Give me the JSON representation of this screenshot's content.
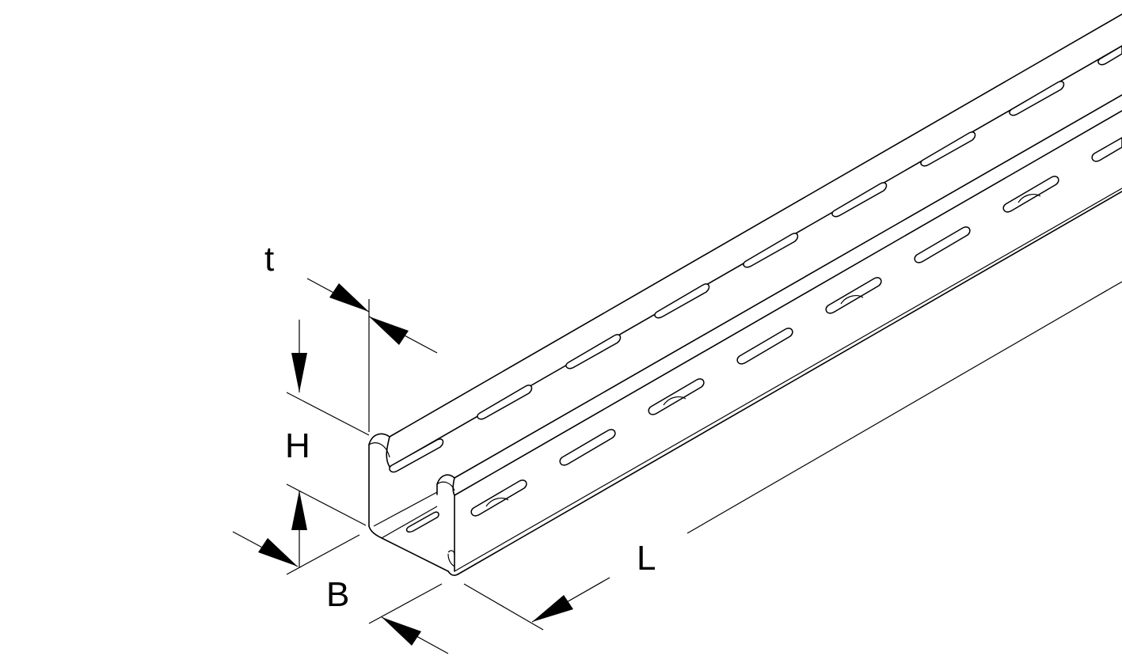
{
  "dimensions": {
    "t": "t",
    "H": "H",
    "B": "B",
    "L": "L"
  },
  "colors": {
    "line": "#000000",
    "background": "#ffffff"
  }
}
